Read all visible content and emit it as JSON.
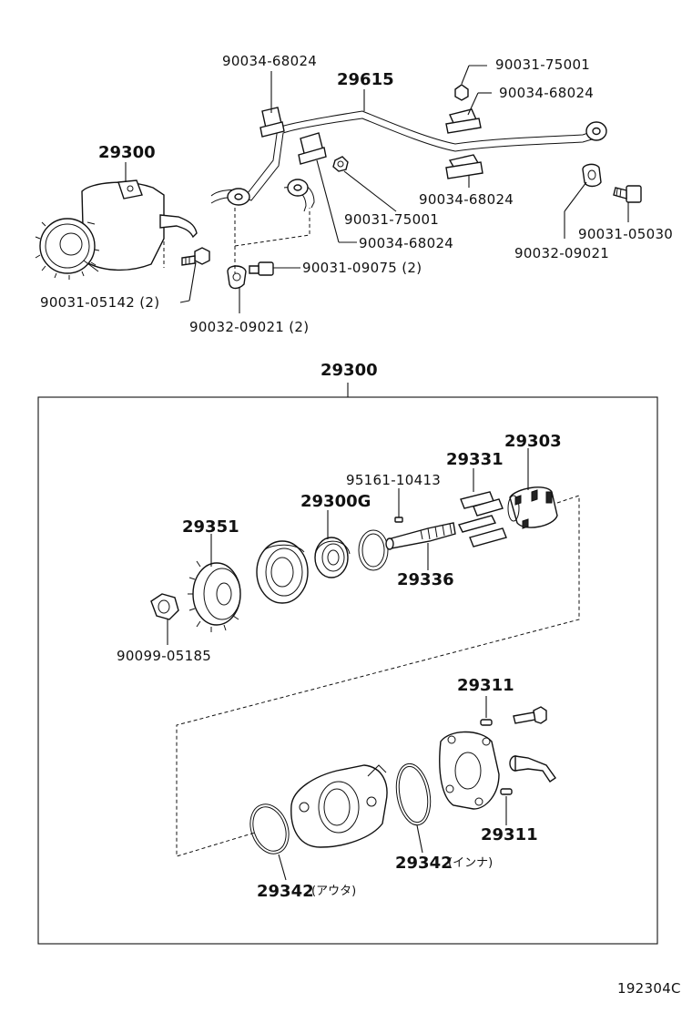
{
  "labels": {
    "pipe": "29615",
    "pump_assy_top": "29300",
    "clip_a": "90034-68024",
    "bolt_a": "90031-75001",
    "clip_b": "90034-68024",
    "clip_c": "90034-68024",
    "bolt_b": "90031-75001",
    "clip_d": "90034-68024",
    "bolt_c": "90031-05030",
    "gasket_a": "90032-09021",
    "bolt_d": "90031-09075 (2)",
    "bolt_e": "90031-05142 (2)",
    "gasket_b": "90032-09021 (2)",
    "pump_assy_box": "29300",
    "vane": "29331",
    "rotor": "29303",
    "pin": "95161-10413",
    "bearing": "29300G",
    "gear": "29351",
    "shaft": "29336",
    "nut": "90099-05185",
    "pin_a": "29311",
    "pin_b": "29311",
    "oring_inner": "29342",
    "oring_inner_note": "(インナ)",
    "oring_outer": "29342",
    "oring_outer_note": "(アウタ)",
    "catalog_code": "192304C"
  }
}
